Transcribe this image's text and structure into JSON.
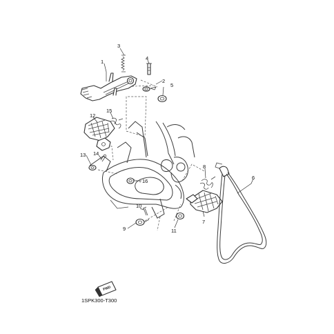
{
  "diagram": {
    "code": "1SPK300-T300",
    "callouts": [
      "1",
      "2",
      "3",
      "4",
      "5",
      "6",
      "7",
      "8",
      "9",
      "10",
      "11",
      "12",
      "13",
      "14",
      "15",
      "16"
    ],
    "fwd_label": "FWD"
  }
}
